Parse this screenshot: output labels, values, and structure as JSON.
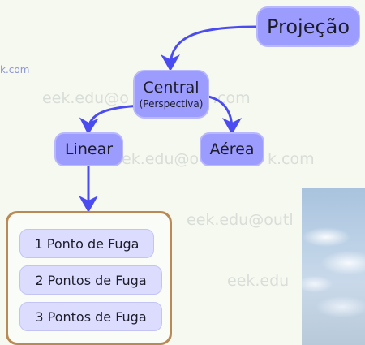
{
  "watermark": {
    "partial_left": "k.com",
    "repeat": "eek.edu@outlook.com",
    "segments": [
      "eek.edu@o",
      ".com",
      "ek.edu@o",
      "k.com",
      "eek.edu@outl",
      "eek.edu"
    ]
  },
  "diagram": {
    "root": {
      "label": "Projeção"
    },
    "central": {
      "label": "Central",
      "sublabel": "(Perspectiva)"
    },
    "linear": {
      "label": "Linear"
    },
    "aerea": {
      "label": "Aérea"
    },
    "vanishing_points": [
      {
        "label": "1 Ponto de Fuga"
      },
      {
        "label": "2 Pontos de Fuga"
      },
      {
        "label": "3 Pontos de Fuga"
      }
    ]
  },
  "colors": {
    "node_fill": "#9c9cff",
    "item_fill": "#dcdcff",
    "connector": "#4b4bf2",
    "frame_border": "#b98a55",
    "background": "#f6f9f0"
  }
}
